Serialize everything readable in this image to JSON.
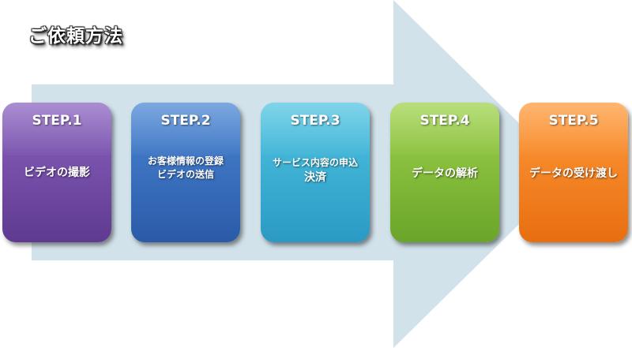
{
  "title": "ご依頼方法",
  "colors": {
    "arrow": "#d2e2ea",
    "step1": "#7a52b0",
    "step2": "#3a70c0",
    "step3": "#38b2d6",
    "step4": "#86c03c",
    "step5": "#f7841e"
  },
  "steps": [
    {
      "label": "STEP.1",
      "lines": [
        "ビデオの撮影"
      ]
    },
    {
      "label": "STEP.2",
      "lines": [
        "お客様情報の登録",
        "ビデオの送信"
      ]
    },
    {
      "label": "STEP.3",
      "lines": [
        "サービス内容の申込",
        "決済"
      ]
    },
    {
      "label": "STEP.4",
      "lines": [
        "データの解析"
      ]
    },
    {
      "label": "STEP.5",
      "lines": [
        "データの受け渡し"
      ]
    }
  ]
}
